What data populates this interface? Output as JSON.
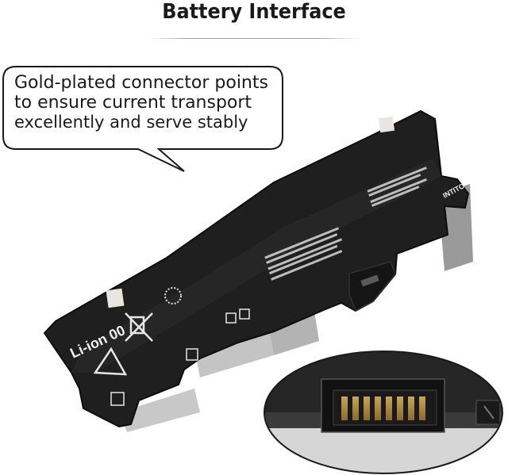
{
  "title": "Battery Interface",
  "callout": {
    "lines": [
      "Gold-plated connector points",
      "to ensure current transport",
      "excellently and serve stably"
    ]
  },
  "battery_labels": {
    "chemistry": "Li-ion 00",
    "brand": "INTITO"
  }
}
